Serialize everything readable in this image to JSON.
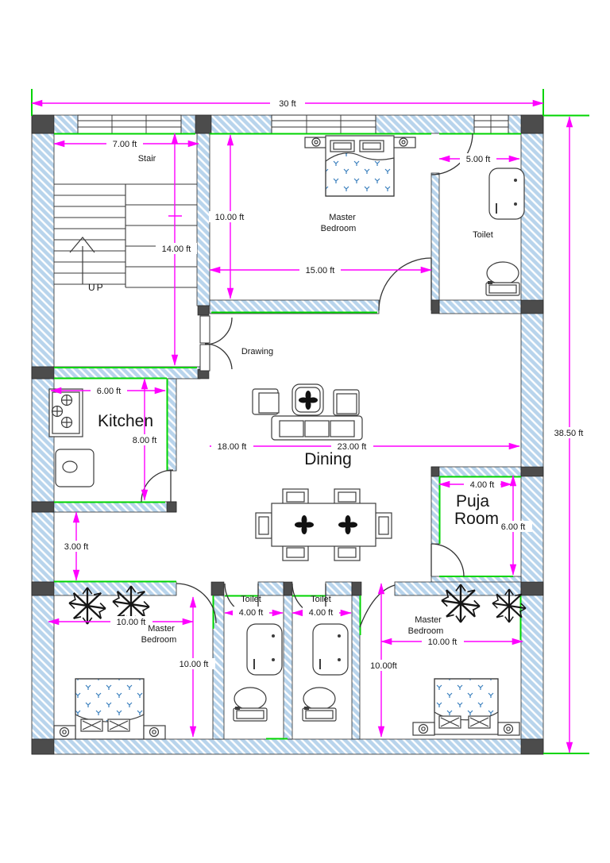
{
  "colors": {
    "wall_fill": "#b8d4ec",
    "column": "#4c4c4c",
    "dimension_line": "#ff00ff",
    "accent_green": "#00d400",
    "sheet_dot_blue": "#3a7fbd"
  },
  "overall": {
    "width": "30 ft",
    "height": "38.50 ft"
  },
  "stair": {
    "name": "Stair",
    "width": "7.00 ft",
    "depth": "14.00 ft",
    "direction": "UP"
  },
  "master_bedroom_top": {
    "name_line1": "Master",
    "name_line2": "Bedroom",
    "width": "15.00 ft",
    "depth": "10.00 ft"
  },
  "toilet_top": {
    "name": "Toilet",
    "width": "5.00 ft"
  },
  "drawing_room": {
    "name": "Drawing"
  },
  "kitchen": {
    "name": "Kitchen",
    "width": "6.00 ft",
    "depth": "8.00 ft"
  },
  "dining": {
    "name": "Dining",
    "dim_left": "18.00 ft",
    "dim_right": "23.00 ft"
  },
  "passage": {
    "width": "3.00 ft"
  },
  "puja_room": {
    "name_line1": "Puja",
    "name_line2": "Room",
    "width": "4.00 ft",
    "depth": "6.00 ft"
  },
  "master_bedroom_left": {
    "name_line1": "Master",
    "name_line2": "Bedroom",
    "width": "10.00 ft",
    "depth": "10.00 ft"
  },
  "toilet_bottom_left": {
    "name": "Toilet",
    "width": "4.00 ft"
  },
  "toilet_bottom_right": {
    "name": "Toilet",
    "width": "4.00 ft"
  },
  "master_bedroom_right": {
    "name_line1": "Master",
    "name_line2": "Bedroom",
    "width": "10.00 ft",
    "depth": "10.00ft"
  }
}
